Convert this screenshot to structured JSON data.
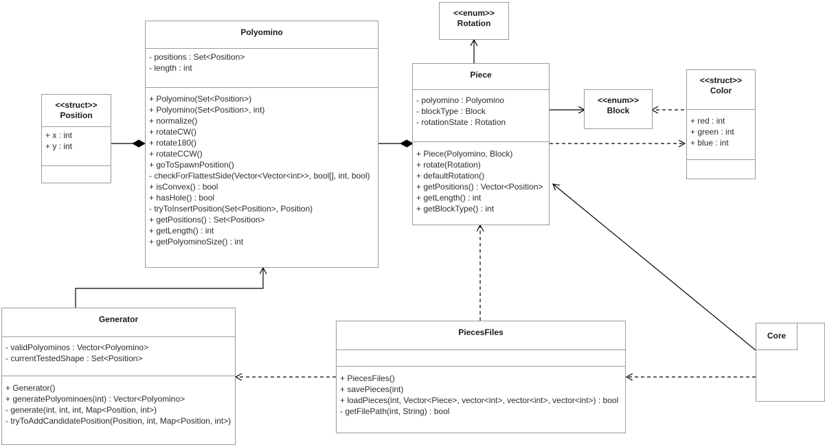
{
  "diagram": {
    "kind": "uml-class-diagram",
    "colors": {
      "background": "#ffffff",
      "box_border": "#9a9a9a",
      "edge": "#000000",
      "text": "#2b2b2b"
    }
  },
  "classes": {
    "position": {
      "stereotype": "<<struct>>",
      "name": "Position",
      "attributes": [
        "+ x : int",
        "+ y : int"
      ],
      "operations": []
    },
    "polyomino": {
      "stereotype": "",
      "name": "Polyomino",
      "attributes": [
        "- positions : Set<Position>",
        "- length : int"
      ],
      "operations": [
        "+ Polyomino(Set<Position>)",
        "+ Polyomino(Set<Position>, int)",
        "+ normalize()",
        "+ rotateCW()",
        "+ rotate180()",
        "+ rotateCCW()",
        "+ goToSpawnPosition()",
        "- checkForFlattestSide(Vector<Vector<int>>, bool[], int, bool)",
        "+ isConvex() : bool",
        "+ hasHole() : bool",
        "- tryToInsertPosition(Set<Position>, Position)",
        "+ getPositions() : Set<Position>",
        "+ getLength() : int",
        "+ getPolyominoSize() : int"
      ]
    },
    "rotation": {
      "stereotype": "<<enum>>",
      "name": "Rotation",
      "attributes": [],
      "operations": []
    },
    "piece": {
      "stereotype": "",
      "name": "Piece",
      "attributes": [
        "- polyomino : Polyomino",
        "- blockType : Block",
        "- rotationState : Rotation"
      ],
      "operations": [
        "+ Piece(Polyomino, Block)",
        "+ rotate(Rotation)",
        "+ defaultRotation()",
        "+ getPositions() : Vector<Position>",
        "+ getLength() : int",
        "+ getBlockType() : int"
      ]
    },
    "block": {
      "stereotype": "<<enum>>",
      "name": "Block",
      "attributes": [],
      "operations": []
    },
    "color": {
      "stereotype": "<<struct>>",
      "name": "Color",
      "attributes": [
        "+ red : int",
        "+ green : int",
        "+ blue : int"
      ],
      "operations": []
    },
    "generator": {
      "stereotype": "",
      "name": "Generator",
      "attributes": [
        "- validPolyominos : Vector<Polyomino>",
        "- currentTestedShape : Set<Position>"
      ],
      "operations": [
        "+ Generator()",
        "+ generatePolyominoes(int) : Vector<Polyomino>",
        "- generate(int, int, int, Map<Position, int>)",
        "- tryToAddCandidatePosition(Position, int, Map<Position, int>)"
      ]
    },
    "piecesfiles": {
      "stereotype": "",
      "name": "PiecesFiles",
      "attributes": [],
      "operations": [
        "+ PiecesFiles()",
        "+ savePieces(int)",
        "+ loadPieces(int, Vector<Piece>, vector<int>, vector<int>, vector<int>) : bool",
        "- getFilePath(int, String) : bool"
      ]
    },
    "core": {
      "stereotype": "",
      "name": "Core",
      "attributes": [],
      "operations": []
    }
  },
  "relationships": [
    {
      "name": "position-composed-in-polyomino",
      "from": "Position",
      "to": "Polyomino",
      "type": "composition"
    },
    {
      "name": "polyomino-composed-in-piece",
      "from": "Polyomino",
      "to": "Piece",
      "type": "composition"
    },
    {
      "name": "piece-uses-rotation",
      "from": "Piece",
      "to": "Rotation",
      "type": "association"
    },
    {
      "name": "piece-uses-block",
      "from": "Piece",
      "to": "Block",
      "type": "association"
    },
    {
      "name": "color-depends-block",
      "from": "Color",
      "to": "Block",
      "type": "dependency"
    },
    {
      "name": "piece-depends-color",
      "from": "Piece",
      "to": "Color",
      "type": "dependency"
    },
    {
      "name": "generator-uses-polyomino",
      "from": "Generator",
      "to": "Polyomino",
      "type": "association"
    },
    {
      "name": "piecesfiles-depends-piece",
      "from": "PiecesFiles",
      "to": "Piece",
      "type": "dependency"
    },
    {
      "name": "piecesfiles-depends-generator",
      "from": "PiecesFiles",
      "to": "Generator",
      "type": "dependency"
    },
    {
      "name": "core-depends-piecesfiles",
      "from": "Core",
      "to": "PiecesFiles",
      "type": "dependency"
    },
    {
      "name": "core-uses-piece",
      "from": "Core",
      "to": "Piece",
      "type": "association"
    }
  ]
}
